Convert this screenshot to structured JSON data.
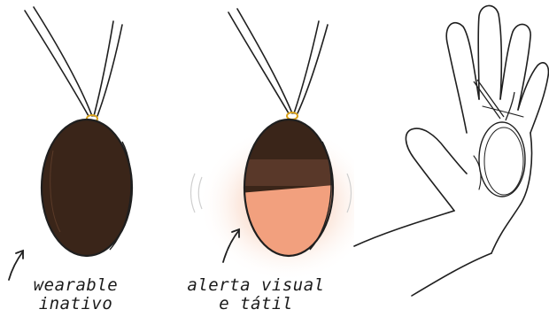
{
  "captions": {
    "inactive": {
      "line1": "wearable",
      "line2": "inativo"
    },
    "alert": {
      "line1": "alerta visual",
      "line2": "e tátil"
    }
  },
  "colors": {
    "pendant_brown": "#3a2519",
    "alert_glow": "#f2a07e",
    "ring_gold": "#d9a21b",
    "line_ink": "#1f1f1f",
    "cord": "#ffffff"
  },
  "illustrations": [
    {
      "name": "inactive-pendant",
      "state": "inactive"
    },
    {
      "name": "alert-pendant",
      "state": "glowing"
    },
    {
      "name": "hand-holding-pendant",
      "state": "outline"
    }
  ]
}
